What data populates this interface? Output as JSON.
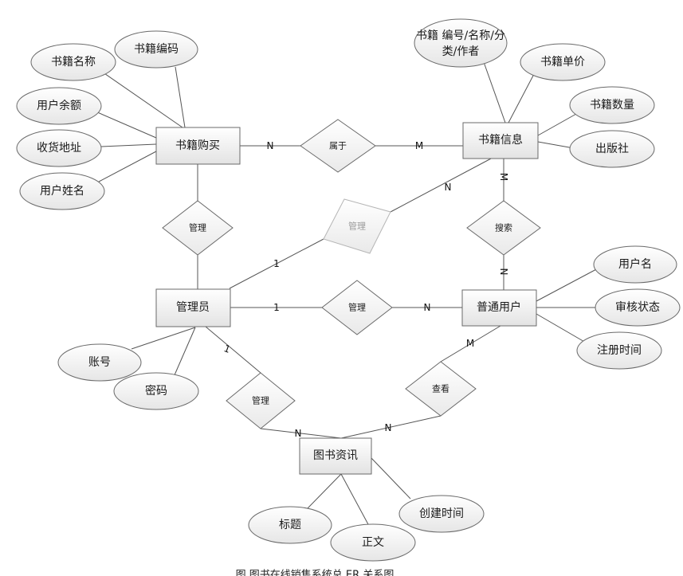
{
  "entities": {
    "book_purchase": "书籍购买",
    "book_info": "书籍信息",
    "admin": "管理员",
    "normal_user": "普通用户",
    "book_news": "图书资讯"
  },
  "relations": {
    "belongs_to": "属于",
    "manage_purchase": "管理",
    "manage_book_info": "管理",
    "search": "搜索",
    "manage_user": "管理",
    "manage_news": "管理",
    "view": "查看"
  },
  "attributes": {
    "book_name": "书籍名称",
    "book_code": "书籍编码",
    "user_balance": "用户余额",
    "shipping_address": "收货地址",
    "user_real_name": "用户姓名",
    "book_fields_line1": "书籍 编号/名称/分",
    "book_fields_line2": "类/作者",
    "book_price": "书籍单价",
    "book_quantity": "书籍数量",
    "publisher": "出版社",
    "username": "用户名",
    "review_status": "审核状态",
    "register_time": "注册时间",
    "account": "账号",
    "password": "密码",
    "title": "标题",
    "body": "正文",
    "create_time": "创建时间"
  },
  "cardinalities": {
    "purchase_belongs": "N",
    "info_belongs": "M",
    "admin_manage_info": "1",
    "info_manage": "N",
    "info_search": "M",
    "user_search": "N",
    "admin_manage_user": "1",
    "user_manage": "N",
    "admin_manage_news": "1",
    "news_manage": "N",
    "user_view": "M",
    "news_view": "N"
  },
  "caption": "图   图书在线销售系统总   ER 关系图"
}
